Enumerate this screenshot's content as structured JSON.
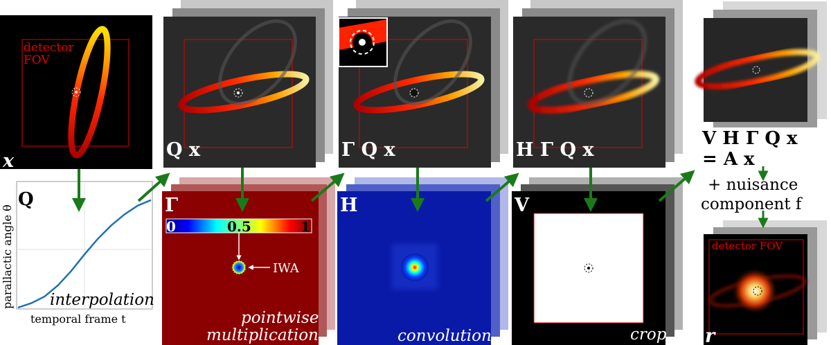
{
  "panels": {
    "x": {
      "label": "x",
      "fov_label_line1": "detector",
      "fov_label_line2": "FOV"
    },
    "qx": {
      "label": "Q x"
    },
    "gqx": {
      "label": "Γ Q x"
    },
    "hgqx": {
      "label": "H Γ Q x"
    },
    "result": {
      "label_line1": "V H Γ Q x",
      "label_line2": "= A x"
    }
  },
  "operators": {
    "q": {
      "symbol": "Q",
      "caption": "interpolation",
      "xlabel": "temporal frame t",
      "ylabel": "parallactic angle θ"
    },
    "gamma": {
      "symbol": "Γ",
      "caption_line1": "pointwise",
      "caption_line2": "multiplication",
      "colorbar_ticks": [
        "0",
        "0.5",
        "1"
      ],
      "iwa_label": "IWA"
    },
    "h": {
      "symbol": "H",
      "caption": "convolution"
    },
    "v": {
      "symbol": "V",
      "caption": "crop"
    }
  },
  "nuisance": {
    "line1": "+ nuisance",
    "line2": "component f"
  },
  "residual": {
    "label": "r",
    "fov_label": "detector FOV"
  },
  "colors": {
    "arrow": "#1a7a1a",
    "fov": "#e60000",
    "gamma_bg": "#8b0000",
    "h_bg": "#0a1aa8",
    "curve": "#1f6fb3"
  },
  "chart_data": {
    "type": "line",
    "xlabel": "temporal frame t",
    "ylabel": "parallactic angle θ",
    "x": [
      0,
      0.1,
      0.2,
      0.3,
      0.4,
      0.5,
      0.6,
      0.7,
      0.8,
      0.9,
      1.0
    ],
    "y": [
      0,
      0.04,
      0.1,
      0.2,
      0.33,
      0.48,
      0.62,
      0.74,
      0.84,
      0.92,
      0.97
    ]
  }
}
